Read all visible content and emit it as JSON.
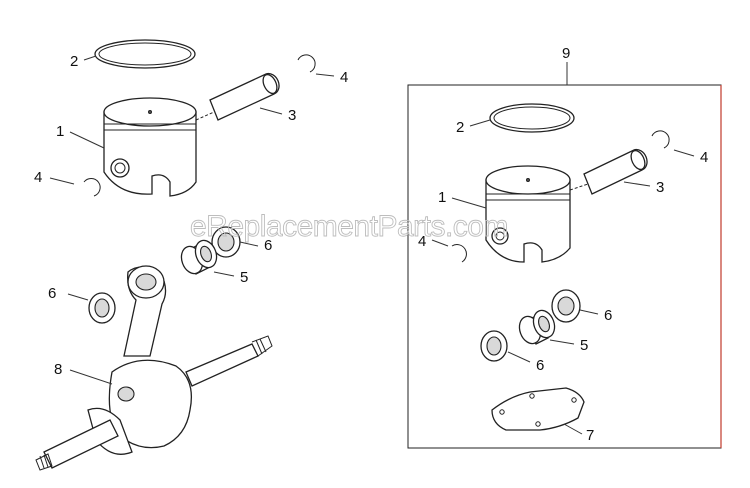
{
  "watermark": "eReplacementParts.com",
  "callouts": {
    "left_ring": "2",
    "left_clip_top": "4",
    "left_pin": "3",
    "left_piston": "1",
    "left_clip_bottom": "4",
    "left_bearing_outer": "6",
    "left_bearing_needle": "5",
    "left_bearing_small_end": "6",
    "crankshaft": "8",
    "kit": "9",
    "kit_ring": "2",
    "kit_clip_top": "4",
    "kit_pin": "3",
    "kit_piston": "1",
    "kit_clip_bottom": "4",
    "kit_bearing_outer": "6",
    "kit_bearing_needle": "5",
    "kit_bearing_lower": "6",
    "kit_gasket": "7"
  },
  "colors": {
    "line": "#222222",
    "kit_box_right_edge": "#c0392b",
    "watermark": "#bdbdbd"
  }
}
